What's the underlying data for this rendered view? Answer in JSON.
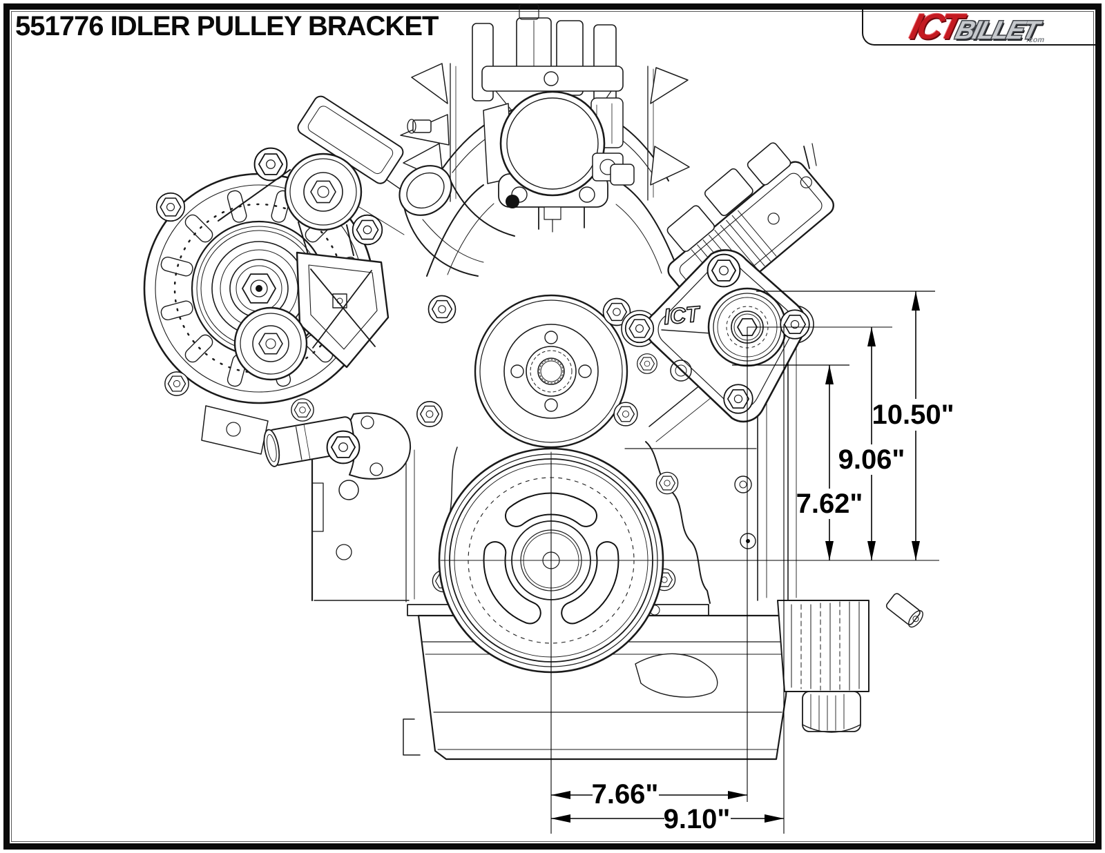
{
  "header": {
    "part_number_title": "551776 IDLER PULLEY BRACKET"
  },
  "logo": {
    "ict": "ICT",
    "billet": "BILLET",
    "suffix": ".com"
  },
  "drawing": {
    "engraving": "ICT",
    "subject": "LS engine front view with idler pulley bracket"
  },
  "dims": {
    "vertical": [
      {
        "label": "10.50\""
      },
      {
        "label": "9.06\""
      },
      {
        "label": "7.62\""
      }
    ],
    "horizontal": [
      {
        "label": "7.66\""
      },
      {
        "label": "9.10\""
      }
    ]
  },
  "colors": {
    "line": "#1a1a1a",
    "dimension": "#000000",
    "logo_red": "#c41a21",
    "logo_silver": "#c6c9cd",
    "background": "#ffffff"
  }
}
